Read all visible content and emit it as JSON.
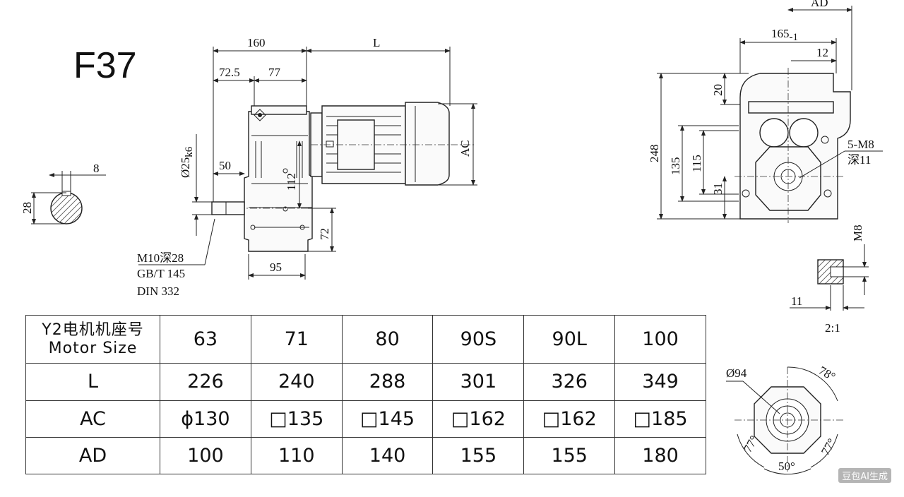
{
  "model": "F37",
  "dimensions": {
    "width_160": "160",
    "length_L": "L",
    "d_72_5": "72.5",
    "d_77": "77",
    "shaft_dia": "Ø25",
    "shaft_tol": "k6",
    "d_50": "50",
    "d_112": "112",
    "d_72": "72",
    "d_95": "95",
    "ac_label": "AC",
    "key_8": "8",
    "key_28": "28",
    "thread_note": [
      "M10深28",
      "GB/T 145",
      "DIN 332"
    ],
    "ad_label": "AD",
    "d_165": "165",
    "d_165_sub": "-1",
    "d_12": "12",
    "d_20": "20",
    "d_248": "248",
    "d_135": "135",
    "d_115": "115",
    "d_31": "31",
    "bolt_note": [
      "5-M8",
      "深11"
    ],
    "m8_label": "M8",
    "d_11": "11",
    "scale_label": "2:1",
    "flange_dia": "Ø94",
    "angle_78": "78°",
    "angle_77_left": "77°",
    "angle_77_right": "77°",
    "angle_50": "50°"
  },
  "table": {
    "header": [
      "Y2电机机座号",
      "Motor Size"
    ],
    "sizes": [
      "63",
      "71",
      "80",
      "90S",
      "90L",
      "100"
    ],
    "rows": [
      {
        "label": "L",
        "values": [
          "226",
          "240",
          "288",
          "301",
          "326",
          "349"
        ]
      },
      {
        "label": "AC",
        "values": [
          "ϕ130",
          "□135",
          "□145",
          "□162",
          "□162",
          "□185"
        ]
      },
      {
        "label": "AD",
        "values": [
          "100",
          "110",
          "140",
          "155",
          "155",
          "180"
        ]
      }
    ]
  },
  "watermark": "豆包AI生成"
}
